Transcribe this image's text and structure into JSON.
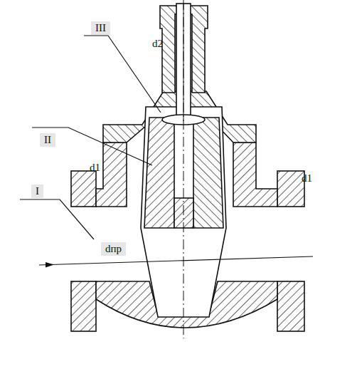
{
  "diagram": {
    "labels": [
      "III",
      "d2",
      "II",
      "d1",
      "d1",
      "I",
      "dпр"
    ]
  }
}
